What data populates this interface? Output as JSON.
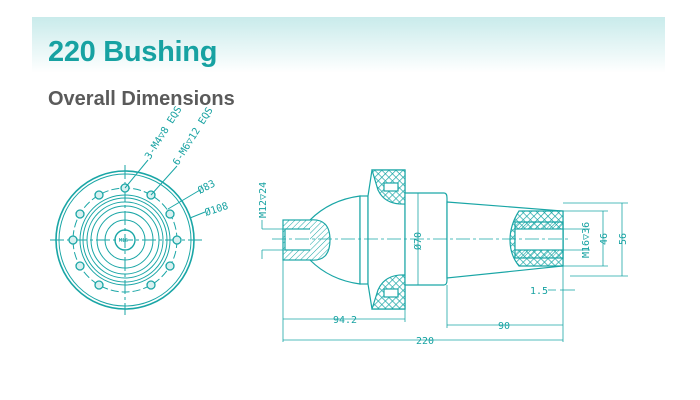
{
  "header": {
    "title": "220 Bushing",
    "subtitle": "Overall Dimensions"
  },
  "colors": {
    "accent": "#17a2a2",
    "subtitle": "#5a5a5a",
    "line": "#1aa6a6"
  },
  "front_view": {
    "callout_holes_1": "3-M4▽8 EQS",
    "callout_holes_2": "6-M6▽12 EQS",
    "dia_inner": "Ø83",
    "dia_outer": "Ø108",
    "center_label": "M16"
  },
  "side_view": {
    "left_thread": "M12▽24",
    "body_dia": "Ø70",
    "right_thread": "M16▽36",
    "dim_46": "46",
    "dim_56": "56",
    "dim_1_5": "1.5",
    "dim_94_2": "94.2",
    "dim_90": "90",
    "dim_220": "220"
  }
}
